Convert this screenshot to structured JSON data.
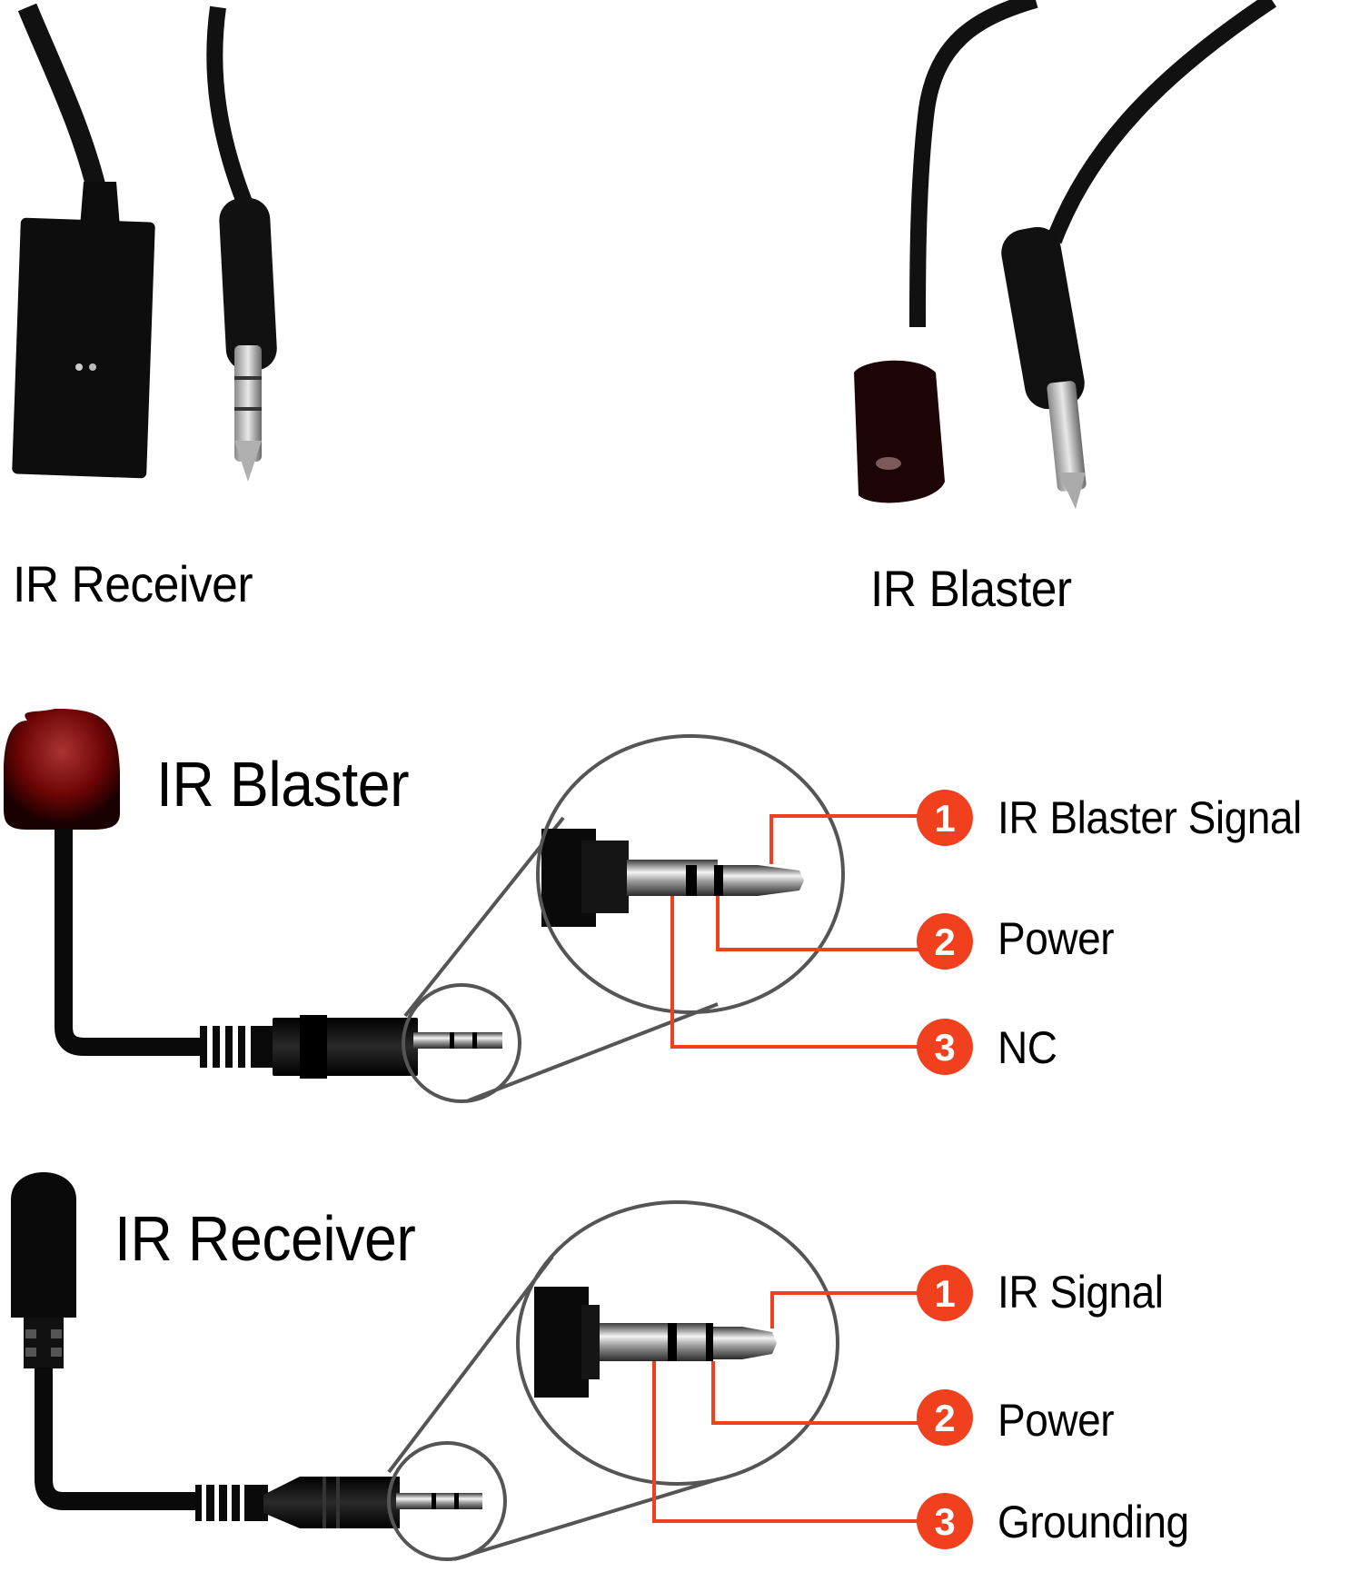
{
  "photos": [
    {
      "label": "IR Receiver",
      "device": "receiver"
    },
    {
      "label": "IR Blaster",
      "device": "blaster"
    }
  ],
  "diagrams": [
    {
      "title": "IR Blaster",
      "pins": [
        {
          "number": "1",
          "label": "IR Blaster Signal"
        },
        {
          "number": "2",
          "label": "Power"
        },
        {
          "number": "3",
          "label": "NC"
        }
      ]
    },
    {
      "title": "IR Receiver",
      "pins": [
        {
          "number": "1",
          "label": "IR Signal"
        },
        {
          "number": "2",
          "label": "Power"
        },
        {
          "number": "3",
          "label": "Grounding"
        }
      ]
    }
  ],
  "colors": {
    "accent": "#f0401e",
    "cable": "#0a0a0a",
    "blaster_red": "#7a0a0a",
    "magnifier": "#555555"
  }
}
